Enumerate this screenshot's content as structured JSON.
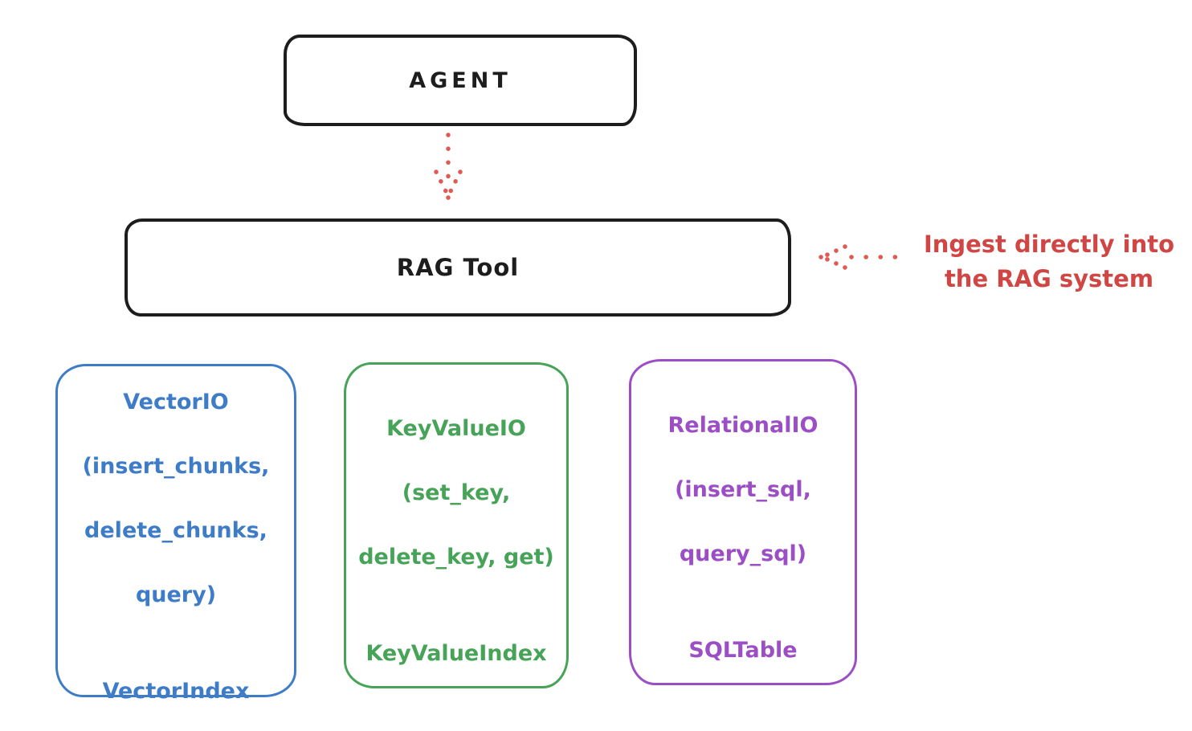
{
  "diagram": {
    "agent_box": {
      "label": "AGENT"
    },
    "rag_tool_box": {
      "label": "RAG Tool"
    },
    "annotation": {
      "line1": "Ingest directly into",
      "line2": "the RAG system"
    },
    "backends": [
      {
        "name": "VectorIO",
        "lines": [
          "VectorIO",
          "(insert_chunks,",
          "delete_chunks,",
          "query)"
        ],
        "index_label": "VectorIndex",
        "color": "#3e7cc7"
      },
      {
        "name": "KeyValueIO",
        "lines": [
          "KeyValueIO",
          "(set_key,",
          "delete_key, get)"
        ],
        "index_label": "KeyValueIndex",
        "color": "#46a357"
      },
      {
        "name": "RelationalIO",
        "lines": [
          "RelationalIO",
          "(insert_sql,",
          "query_sql)"
        ],
        "index_label": "SQLTable",
        "color": "#9c4fc5"
      }
    ],
    "arrows": [
      {
        "name": "agent-to-rag-tool",
        "style": "dotted",
        "color": "#e05a55",
        "direction": "down"
      },
      {
        "name": "annotation-to-rag-tool",
        "style": "dotted",
        "color": "#e05a55",
        "direction": "left"
      }
    ]
  },
  "colors": {
    "ink": "#1d1d1d",
    "red_text": "#cf4644",
    "red_arrow": "#e05a55",
    "blue": "#3e7cc7",
    "green": "#46a357",
    "purple": "#9c4fc5",
    "background": "#ffffff"
  }
}
